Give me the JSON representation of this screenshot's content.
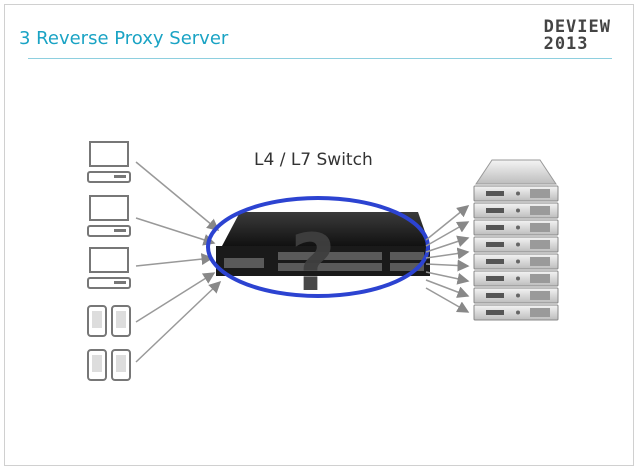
{
  "slide": {
    "title": "3 Reverse Proxy Server",
    "logo_line1": "DEVIEW",
    "logo_line2": "2013",
    "switch_label": "L4 / L7 Switch",
    "question_mark": "?"
  }
}
